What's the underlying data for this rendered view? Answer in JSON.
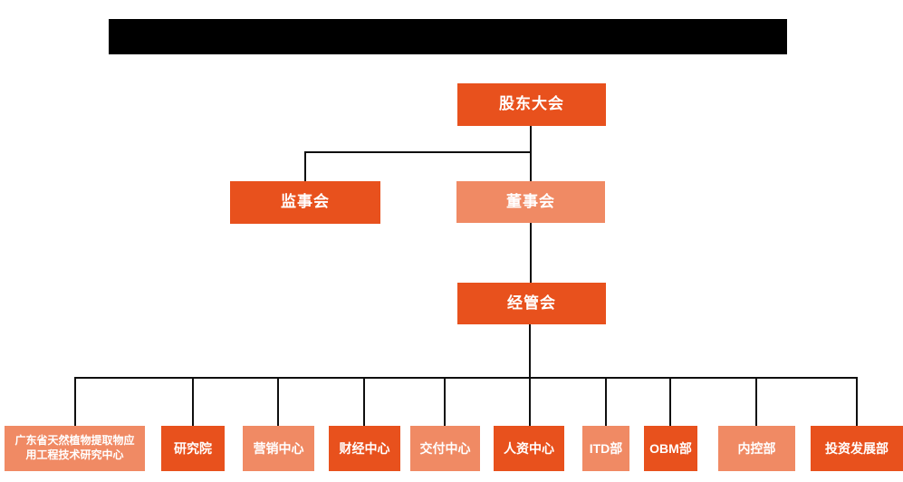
{
  "colors": {
    "box_primary_orange": "#E8511D",
    "box_light_salmon": "#F08A64",
    "connector_line": "#0F0F0F",
    "redaction_bar": "#000000",
    "box_text": "#FFFFFF"
  },
  "org": {
    "shareholders": "股东大会",
    "supervisory": "监事会",
    "directors": "董事会",
    "management": "经管会",
    "departments": [
      "广东省天然植物提取物应用工程技术研究中心",
      "研究院",
      "营销中心",
      "财经中心",
      "交付中心",
      "人资中心",
      "ITD部",
      "OBM部",
      "内控部",
      "投资发展部"
    ]
  }
}
